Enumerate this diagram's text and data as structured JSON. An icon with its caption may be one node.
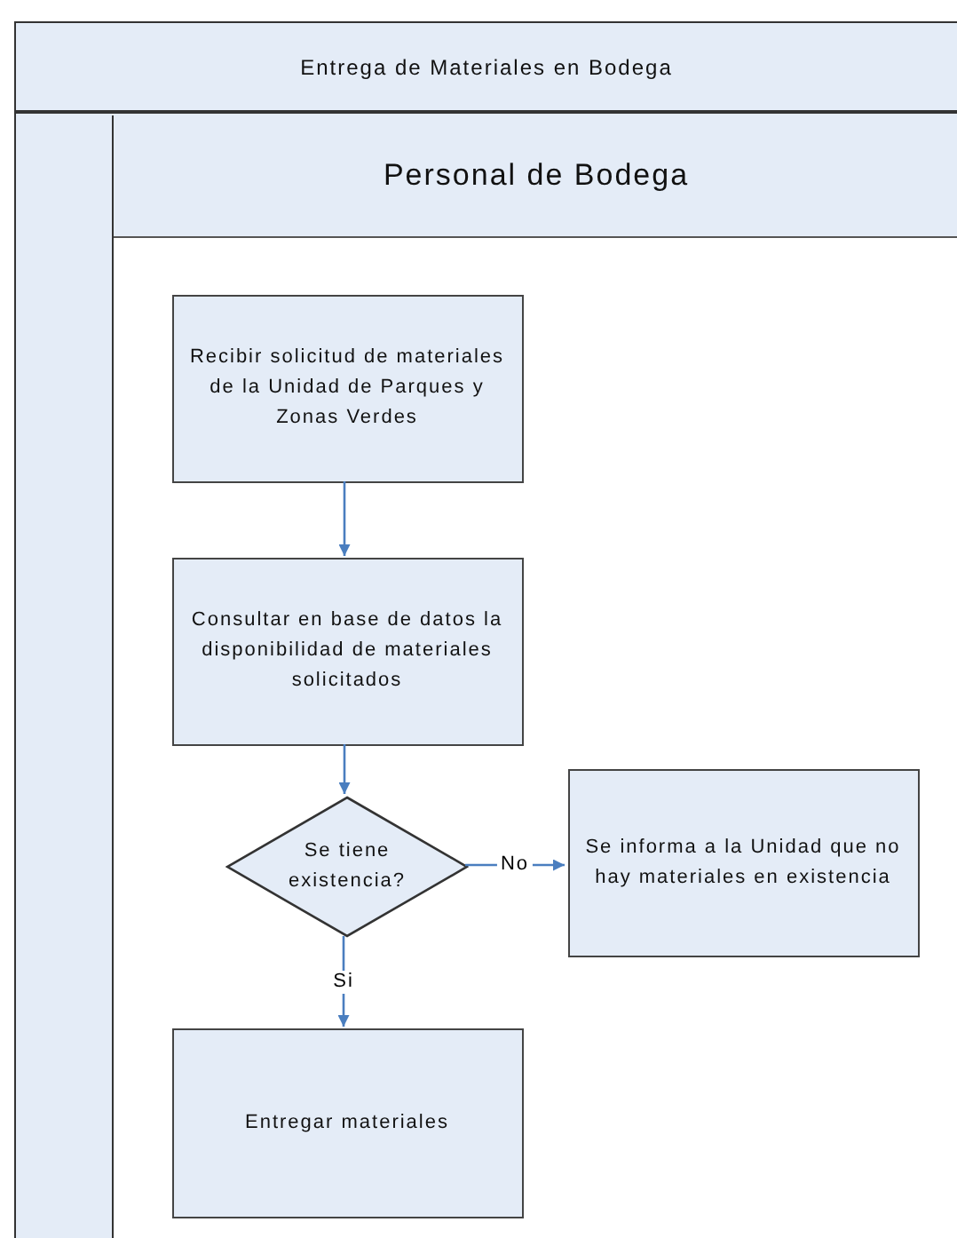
{
  "diagram": {
    "nodes": [
      {
        "text": [
          "Entrega de Materiales en Bodega"
        ]
      },
      {
        "text": [
          "Personal de Bodega"
        ],
        "in": 0
      },
      {
        "text": [
          "Recibir solicitud de materiales de la Unidad de Parques y Zonas Verdes"
        ],
        "in": 1
      },
      {
        "text": [
          "Consultar en base de datos la disponibilidad de materiales solicitados"
        ],
        "in": 1
      },
      {
        "text": [
          "Se tiene existencia?"
        ],
        "in": 1
      },
      {
        "text": [
          "Se informa a la Unidad que no hay materiales en existencia"
        ],
        "in": 1
      },
      {
        "text": [
          "Entregar materiales"
        ],
        "in": 1
      }
    ],
    "edges": [
      {
        "from": 2,
        "to": 3,
        "arrow": "to"
      },
      {
        "from": 3,
        "to": 4,
        "arrow": "to"
      },
      {
        "from": 4,
        "to": 5,
        "arrow": "to",
        "label": "No"
      },
      {
        "from": 4,
        "to": 6,
        "arrow": "to",
        "label": "Si"
      }
    ]
  }
}
